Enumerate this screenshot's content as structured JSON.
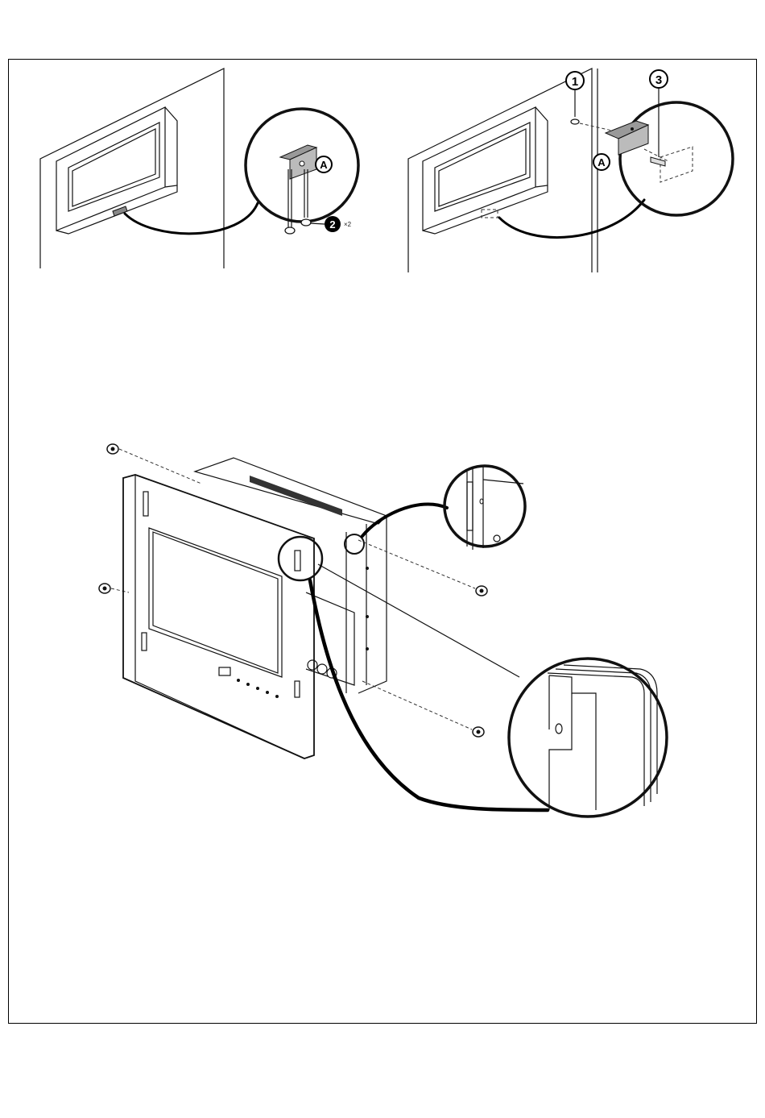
{
  "diagram": {
    "step1": {
      "label_a": "A",
      "label_2": "2",
      "quantity": "×2"
    },
    "step2": {
      "label_1": "1",
      "label_3": "3",
      "label_a": "A"
    }
  }
}
